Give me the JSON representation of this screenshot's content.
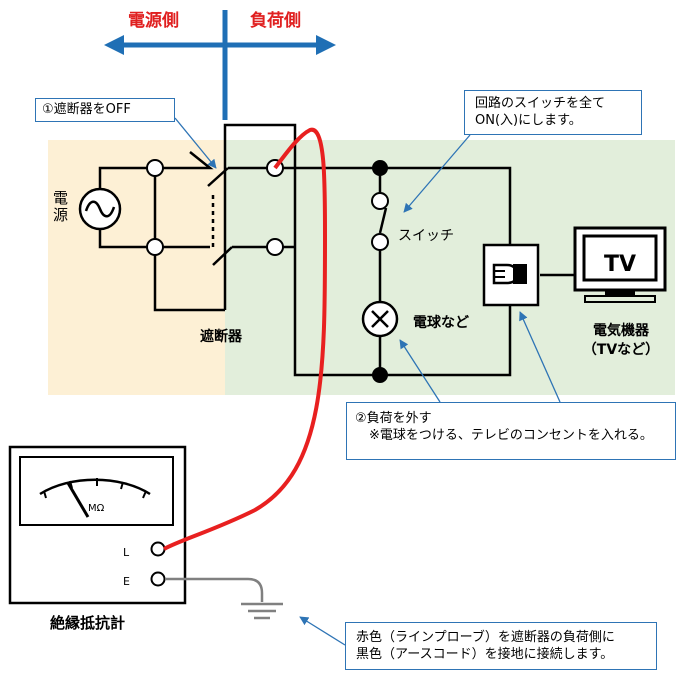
{
  "direction": {
    "source_side": "電源側",
    "load_side": "負荷側"
  },
  "labels": {
    "power_line1": "電",
    "power_line2": "源",
    "breaker": "遮断器",
    "switch": "スイッチ",
    "bulb": "電球など",
    "appliance_line1": "電気機器",
    "appliance_line2": "（TVなど）",
    "tv": "TV",
    "meter_unit": "MΩ",
    "terminal_l": "L",
    "terminal_e": "E",
    "meter_name": "絶縁抵抗計"
  },
  "callouts": {
    "breaker_off": "①遮断器をOFF",
    "switch_on_line1": "回路のスイッチを全て",
    "switch_on_line2": "ON(入)にします。",
    "remove_load_line1": "②負荷を外す",
    "remove_load_line2": "※電球をつける、テレビのコンセントを入れる。",
    "connect_line1": "赤色（ラインプローブ）を遮断器の負荷側に",
    "connect_line2": "黒色（アースコード）を接地に接続します。"
  },
  "colors": {
    "source_area": "#fdf0d5",
    "load_area": "#e2eedb",
    "arrow_blue": "#1f6fb5",
    "title_red": "#e02020",
    "probe_red": "#e82020",
    "earth_gray": "#808080",
    "callout_border": "#2e74b5"
  }
}
